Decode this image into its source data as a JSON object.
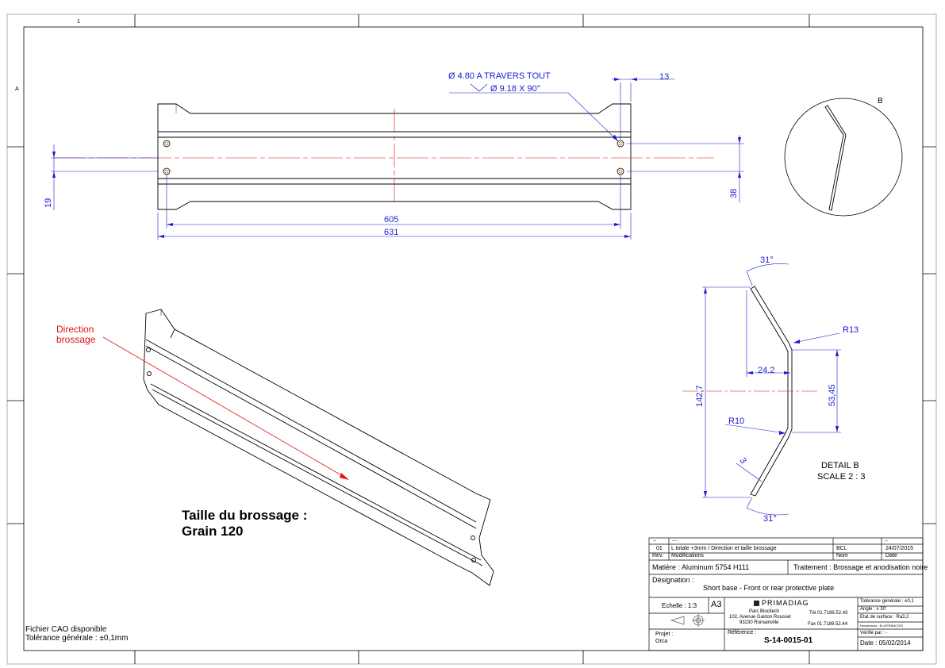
{
  "frame": {
    "zone_col_1": "1",
    "zone_row_a": "A"
  },
  "top_view": {
    "hole_callout_line1": "Ø 4.80 A TRAVERS TOUT",
    "hole_callout_line2": "Ø 9.18 X 90°",
    "dim_13": "13",
    "dim_19": "19",
    "dim_38": "38",
    "dim_605": "605",
    "dim_631": "631"
  },
  "detail_circle": {
    "label": "B"
  },
  "detail_view": {
    "angle_top": "31°",
    "angle_bottom": "31°",
    "r13": "R13",
    "r10": "R10",
    "dim_24_2": "24.2",
    "dim_53_45": "53,45",
    "dim_142_7": "142,7",
    "dim_3": "3",
    "caption_line1": "DETAIL B",
    "caption_line2": "SCALE 2 : 3"
  },
  "iso_view": {
    "direction_line1": "Direction",
    "direction_line2": "brossage",
    "grain_line1": "Taille du brossage :",
    "grain_line2": "Grain 120"
  },
  "notes": {
    "cad_file": "Fichier CAO disponible",
    "tolerance": "Tolérance générale : ±0,1mm"
  },
  "title_block": {
    "rev_blank1": "--",
    "rev_blank2": "---",
    "rev_blank3": "--",
    "rev_number": "01",
    "rev_mod": "L totale +3mm / Direction et taille brossage",
    "rev_by": "BCL",
    "rev_date": "24/07/2015",
    "hdr_rev": "Rev.",
    "hdr_mod": "Modifications",
    "hdr_name": "Nom",
    "hdr_date": "Date",
    "material": "Matière : Aluminum 5754 H111",
    "treatment": "Traitement : Brossage et anodisation noire",
    "designation_label": "Désignation :",
    "designation_value": "Short base - Front or rear protective plate",
    "scale": "Echelle : 1:3",
    "format": "A3",
    "company": "PRIMADIAG",
    "addr1": "Parc Biocitech",
    "addr2": "102, Avenue Gaston Roussel",
    "addr3": "93230 Romainville",
    "tel": "Tél 01.7189.52.43",
    "fax": "Fax 01.7189.52.44",
    "tol_general": "Tolérance générale : ±0,1",
    "tol_angle": "Angle : ± 30'",
    "surface": "Etat de surface : Ra3,2",
    "drawn_by": "Dessinateur : B.LEFRANCOIS",
    "checked_by": "Vérifié par : -",
    "project_label": "Projet :",
    "project_value": "Orca",
    "reference_label": "Référence :",
    "reference_value": "S-14-0015-01",
    "date": "Date : 05/02/2014"
  }
}
